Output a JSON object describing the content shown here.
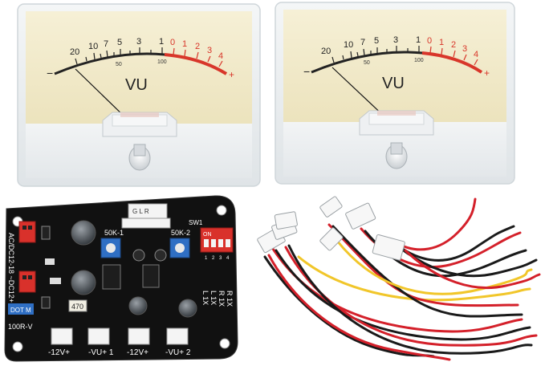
{
  "meters": [
    {
      "scale_black": [
        "20",
        "10",
        "7",
        "5",
        "3",
        "1"
      ],
      "scale_red": [
        "0",
        "1",
        "2",
        "3",
        "4"
      ],
      "sub_black": [
        "50",
        "100"
      ],
      "minus": "−",
      "plus": "+",
      "unit": "VU"
    },
    {
      "scale_black": [
        "20",
        "10",
        "7",
        "5",
        "3",
        "1"
      ],
      "scale_red": [
        "0",
        "1",
        "2",
        "3",
        "4"
      ],
      "sub_black": [
        "50",
        "100"
      ],
      "minus": "−",
      "plus": "+",
      "unit": "VU"
    }
  ],
  "pcb": {
    "side_label": "AC/DC12-18 ~DC12+",
    "pot1": "50K-1",
    "pot2": "50K-2",
    "switch": "SW1",
    "switch_on": "ON",
    "switch_nums": [
      "1",
      "2",
      "3",
      "4"
    ],
    "mode_r1x": "R 1X",
    "mode_r1x2": "R 1X",
    "mode_l1x": "L 1X",
    "mode_l1x2": "L 1X",
    "top_conn": "G  L  R",
    "dot_m": "DOT M",
    "model": "100R-V",
    "cap": "470",
    "bottom_labels": [
      "-12V+",
      "-VU+ 1",
      "-12V+",
      "-VU+ 2"
    ],
    "colors": {
      "board": "#111111",
      "red_connector": "#d9312b",
      "blue_pot": "#2f6fc4"
    }
  },
  "colors": {
    "meter_face": "#f3edcf",
    "meter_frame": "#e9eef0",
    "red_scale": "#d8362a",
    "wire_red": "#d4202a",
    "wire_black": "#1a1a1a",
    "wire_yellow": "#f1c62a"
  }
}
